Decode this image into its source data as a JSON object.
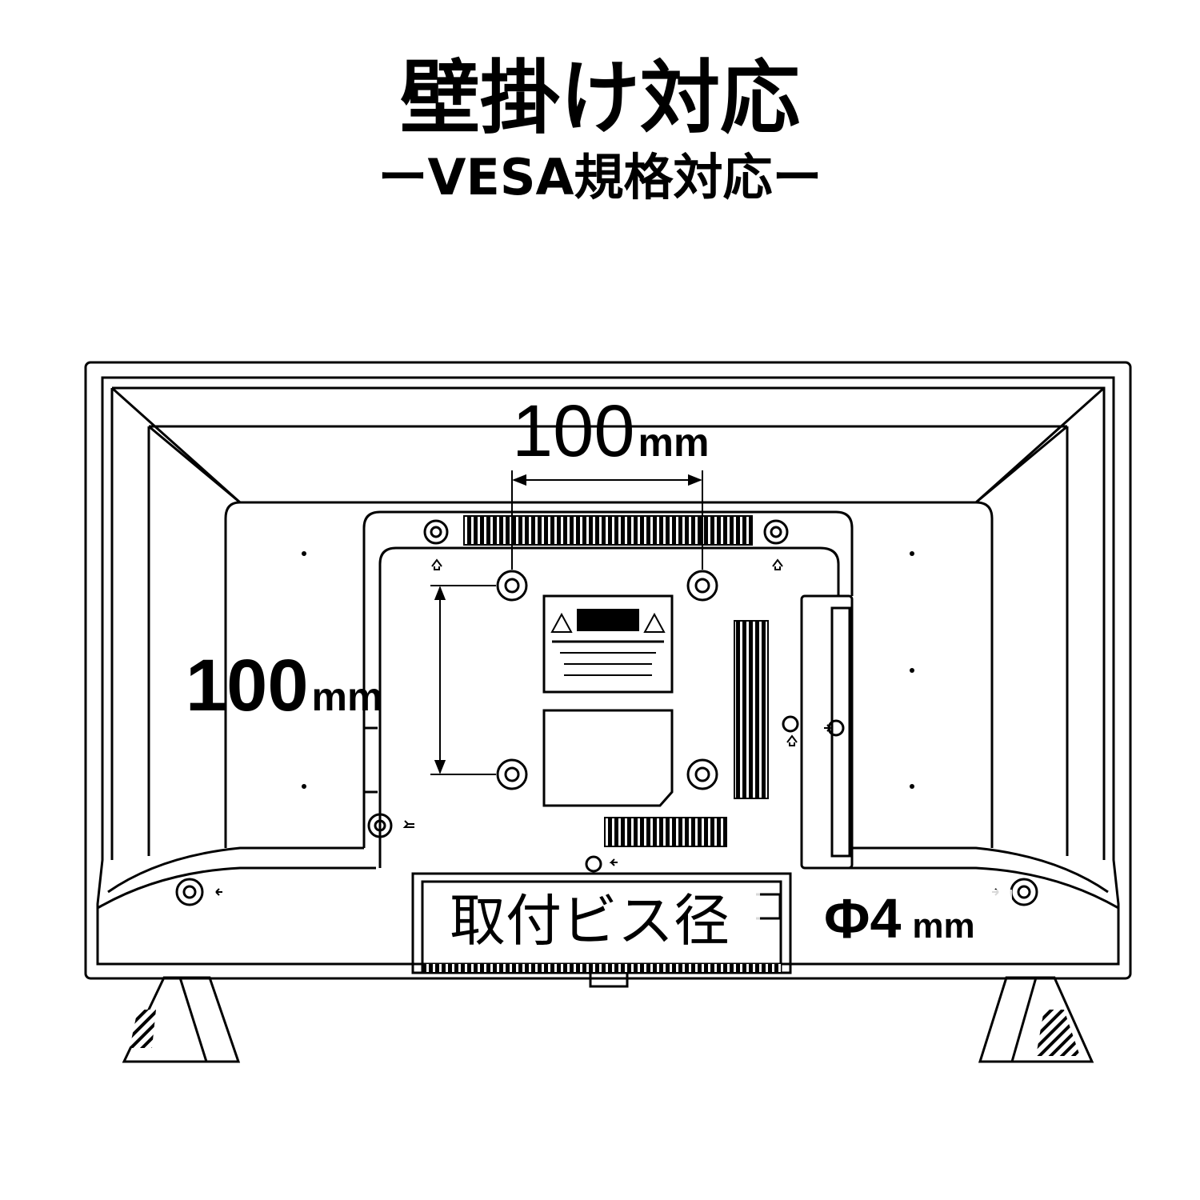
{
  "heading": {
    "title": "壁掛け対応",
    "subtitle": "ーVESA規格対応ー"
  },
  "dimensions": {
    "horizontal": {
      "value": "100",
      "unit": "mm"
    },
    "vertical": {
      "value": "100",
      "unit": "mm"
    },
    "screw_label": "取付ビス径",
    "screw_value": "Φ4",
    "screw_unit": "mm"
  }
}
